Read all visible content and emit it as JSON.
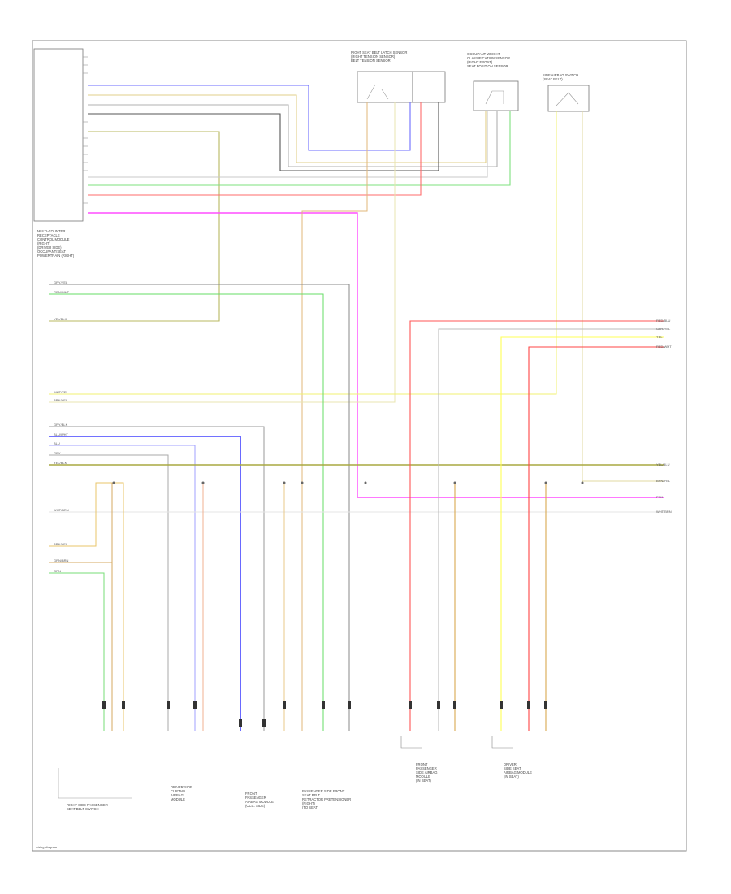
{
  "diagram": {
    "footer_code": "wiring-diagram",
    "module": {
      "caption": [
        "MULTI-COUNTER",
        "RECEPTACLE",
        "CONTROL MODULE",
        "(RIGHT)",
        "(DRIVER SIDE)",
        "OCCUPANT/SEAT",
        "POWERTRAIN (RIGHT)"
      ]
    },
    "top_components": [
      {
        "caption": [
          "RIGHT SEAT BELT LATCH SENSOR",
          "(RIGHT TENSION SENSOR)",
          "BELT TENSION SENSOR"
        ]
      },
      {
        "caption": [
          "OCCUPANT WEIGHT",
          "CLASSIFICATION SENSOR",
          "(RIGHT FRONT)",
          "SEAT POSITION SENSOR"
        ]
      },
      {
        "caption": [
          "SIDE AIRBAG SWITCH",
          "(SEAT BELT)"
        ]
      }
    ],
    "bottom_components": [
      {
        "caption": [
          "RIGHT SIDE PASSENGER",
          "SEAT BELT SWITCH"
        ]
      },
      {
        "caption": [
          "DRIVER SIDE",
          "CURTAIN",
          "AIRBAG",
          "MODULE"
        ]
      },
      {
        "caption": [
          "FRONT",
          "PASSENGER",
          "AIRBAG MODULE",
          "(OCC. SIDE)"
        ]
      },
      {
        "caption": [
          "PASSENGER SIDE FRONT",
          "SEAT BELT",
          "RETRACTOR PRETENSIONER",
          "(RIGHT)",
          "(TO SEAT)"
        ]
      },
      {
        "caption": [
          "FRONT",
          "PASSENGER",
          "SIDE AIRBAG",
          "MODULE",
          "(IN SEAT)"
        ]
      },
      {
        "caption": [
          "DRIVER",
          "SIDE SEAT",
          "AIRBAG MODULE",
          "(IN SEAT)"
        ]
      }
    ],
    "right_labels": [
      "RED/BLU",
      "GRY/YEL",
      "YEL",
      "RED/WHT",
      "YEL/BLU",
      "BRN/YEL",
      "PNK",
      "WHT/BRN"
    ],
    "left_labels": [
      "GRY/YEL",
      "GRN/WHT",
      "YEL/BLK",
      "WHT/YEL",
      "BRN/YEL",
      "GRY/BLK",
      "BLU/WHT",
      "BLU",
      "GRY",
      "YEL/BLK",
      "WHT/BRN",
      "BRN/YEL",
      "GRN/BRN",
      "GRN"
    ]
  }
}
